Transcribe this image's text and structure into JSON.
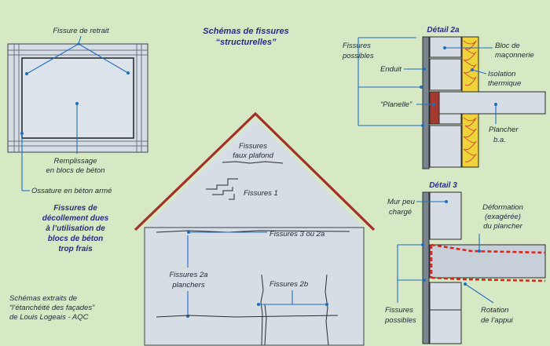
{
  "title": {
    "line1": "Schémas de fissures",
    "line2": "“structurelles”"
  },
  "left_panel": {
    "fissure_retrait": "Fissure de retrait",
    "remplissage_line1": "Remplissage",
    "remplissage_line2": "en blocs de béton",
    "ossature": "Ossature en béton armé",
    "decollement": [
      "Fissures de",
      "décollement dues",
      "à l’utilisation de",
      "blocs de béton",
      "trop frais"
    ]
  },
  "credit": [
    "Schémas extraits de",
    "“l’étanchéité des façades”",
    "de Louis Logeais - AQC"
  ],
  "house": {
    "faux_plafond_line1": "Fissures",
    "faux_plafond_line2": "faux plafond",
    "fissures_1": "Fissures 1",
    "fissures_3_2a": "Fissures 3 ou 2a",
    "planchers_line1": "Fissures 2a",
    "planchers_line2": "planchers",
    "fissures_2b": "Fissures 2b"
  },
  "detail_2a": {
    "title": "Détail 2a",
    "fissures_possibles_line1": "Fissures",
    "fissures_possibles_line2": "possibles",
    "bloc_line1": "Bloc de",
    "bloc_line2": "maçonnerie",
    "enduit": "Enduit",
    "isolation_line1": "Isolation",
    "isolation_line2": "thermique",
    "planelle": "“Planelle”",
    "plancher_line1": "Plancher",
    "plancher_line2": "b.a."
  },
  "detail_3": {
    "title": "Détail 3",
    "mur_line1": "Mur peu",
    "mur_line2": "chargé",
    "deformation_line1": "Déformation",
    "deformation_line2": "(exagérée)",
    "deformation_line3": "du plancher",
    "fissures_line1": "Fissures",
    "fissures_line2": "possibles",
    "rotation_line1": "Rotation",
    "rotation_line2": "de l’appui"
  },
  "colors": {
    "background": "#d7e8c4",
    "block": "#d6dde4",
    "roof": "#a3302a",
    "leader": "#1d6fc4",
    "title": "#2d2a85",
    "insulation": "#f0d23a",
    "planelle": "#a4392f",
    "deformation": "#d8271e"
  }
}
